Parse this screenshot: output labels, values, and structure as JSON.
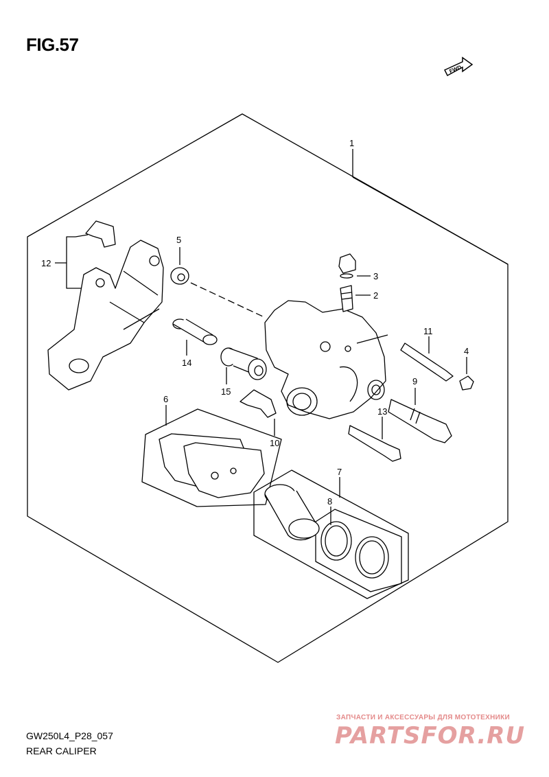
{
  "figure": {
    "title": "FIG.57",
    "code": "GW250L4_P28_057",
    "subtitle": "REAR CALIPER",
    "fwd_label": "FWD"
  },
  "watermark": {
    "tagline": "ЗАПЧАСТИ И АКСЕССУАРЫ ДЛЯ МОТОТЕХНИКИ",
    "brand": "PARTSFOR.RU"
  },
  "callouts": {
    "c1": "1",
    "c2": "2",
    "c3": "3",
    "c4": "4",
    "c5": "5",
    "c6": "6",
    "c7": "7",
    "c8": "8",
    "c9": "9",
    "c10": "10",
    "c11": "11",
    "c12": "12",
    "c13": "13",
    "c14": "14",
    "c15": "15"
  },
  "colors": {
    "line": "#000000",
    "watermark": "#e5a0a0"
  }
}
